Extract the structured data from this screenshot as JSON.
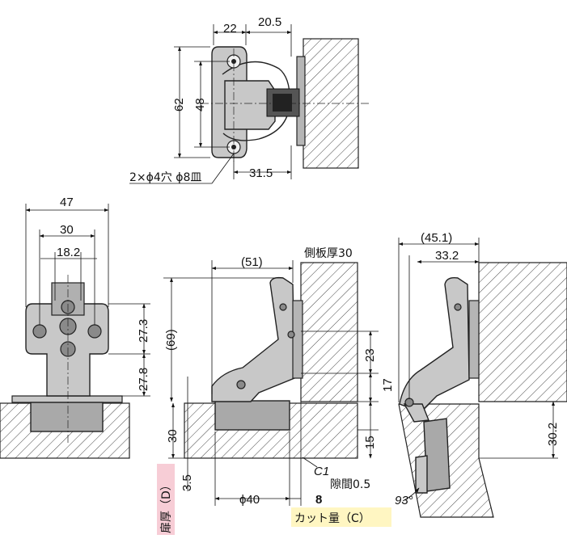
{
  "top_view": {
    "dim_width_plate": "22",
    "dim_offset": "20.5",
    "dim_height_outer": "62",
    "dim_height_inner": "48",
    "dim_depth": "31.5",
    "hole_note": "2×ϕ4穴 ϕ8皿"
  },
  "front_view": {
    "dim_total_width": "47",
    "dim_mid_width": "30",
    "dim_inner_width": "18.2",
    "dim_upper_height": "27.3",
    "dim_lower_height": "27.8"
  },
  "side_view_closed": {
    "dim_width": "(51)",
    "label_side_thickness": "側板厚30",
    "dim_height": "(69)",
    "dim_23": "23",
    "dim_17": "17",
    "dim_30": "30",
    "dim_15": "15",
    "dim_3_5": "3.5",
    "label_door_thickness": "扉厚（D）",
    "dim_cup": "ϕ40",
    "label_c1": "C1",
    "label_gap": "隙間0.5",
    "dim_8": "8",
    "label_cut_amount": "カット量（C）"
  },
  "side_view_open": {
    "dim_width": "(45.1)",
    "dim_33_2": "33.2",
    "dim_30_2": "30.2",
    "angle": "93°"
  },
  "colors": {
    "part_fill": "#c8c8c8",
    "highlight_pink": "#f7cdd6",
    "highlight_yellow": "#fff6c2"
  }
}
